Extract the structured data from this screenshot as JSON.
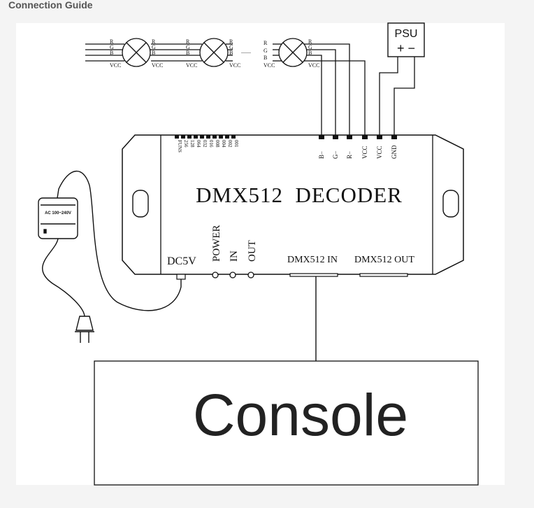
{
  "page": {
    "heading": "Connection Guide"
  },
  "diagram": {
    "psu": {
      "label": "PSU",
      "terminals": "+ −"
    },
    "lamp_pins": [
      "R",
      "G",
      "B",
      "VCC"
    ],
    "lamp_pins_abbrev": [
      "R",
      "G",
      "B"
    ],
    "ellipsis": ".......",
    "decoder": {
      "title": "DMX512  DECODER",
      "dip_labels": [
        "FUNS",
        "256",
        "128",
        "064",
        "032",
        "016",
        "008",
        "004",
        "002",
        "001"
      ],
      "output_terminals": [
        "B−",
        "G−",
        "R−",
        "VCC",
        "VCC",
        "GND"
      ],
      "dc_label": "DC5V",
      "indicators": [
        "POWER",
        "IN",
        "OUT"
      ],
      "dmx_in": "DMX512 IN",
      "dmx_out": "DMX512 OUT"
    },
    "adapter": {
      "label": "AC 100~240V"
    },
    "console": {
      "label": "Console"
    }
  },
  "colors": {
    "page_background": "#f4f4f4",
    "canvas_background": "#ffffff",
    "line": "#111111",
    "heading": "#555555"
  }
}
